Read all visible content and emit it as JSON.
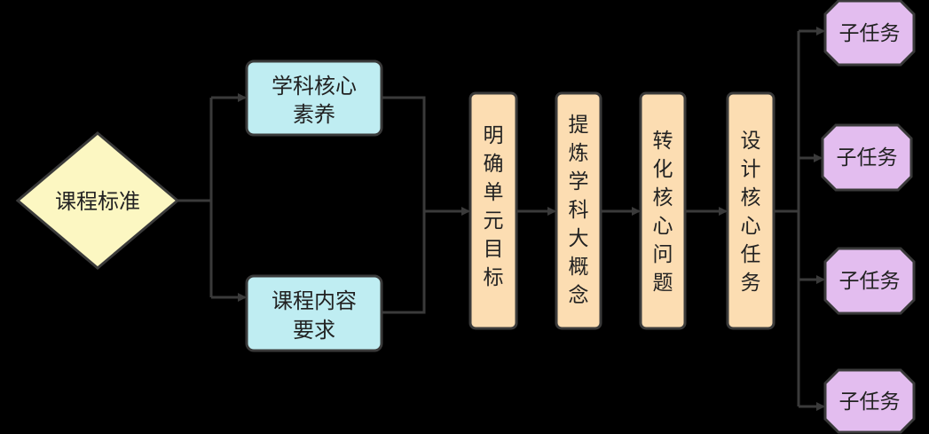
{
  "nodes": {
    "standard": {
      "label": "课程标准"
    },
    "literacy": {
      "lines": [
        "学科核心",
        "素养"
      ]
    },
    "content": {
      "lines": [
        "课程内容",
        "要求"
      ]
    },
    "steps": [
      {
        "label": "明确单元目标"
      },
      {
        "label": "提炼学科大概念"
      },
      {
        "label": "转化核心问题"
      },
      {
        "label": "设计核心任务"
      }
    ],
    "subtasks": [
      {
        "label": "子任务"
      },
      {
        "label": "子任务"
      },
      {
        "label": "子任务"
      },
      {
        "label": "子任务"
      }
    ]
  },
  "colors": {
    "diamond_fill": "#FCF7C2",
    "blue_fill": "#BFEDF2",
    "orange_fill": "#FCDDB2",
    "purple_fill": "#E3BDEF",
    "line": "#3a3a3a",
    "border": "#3a3a3a"
  }
}
